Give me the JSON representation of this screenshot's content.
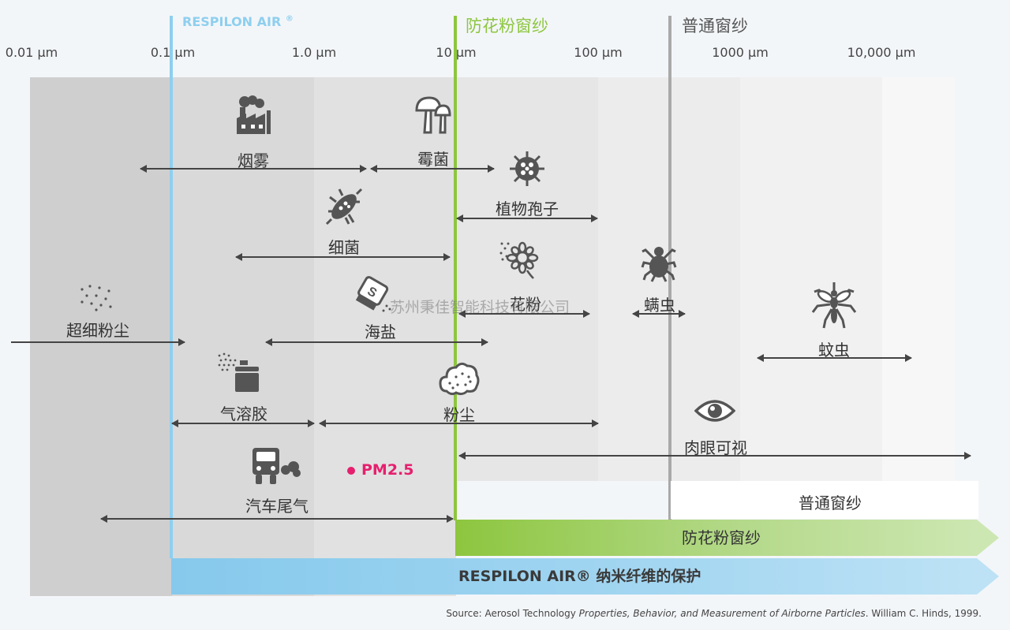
{
  "scale_ticks": [
    "0.01 µm",
    "0.1 µm",
    "1.0 µm",
    "10 µm",
    "100 µm",
    "1000 µm",
    "10,000 µm"
  ],
  "headers": {
    "respilon": "RESPILON AIR",
    "respilon_mark": "®",
    "pollen_screen": "防花粉窗纱",
    "normal_screen": "普通窗纱"
  },
  "particles": {
    "smog": "烟雾",
    "mold": "霉菌",
    "spores": "植物孢子",
    "bacteria": "细菌",
    "pollen": "花粉",
    "mites": "螨虫",
    "ultrafine": "超细粉尘",
    "seasalt": "海盐",
    "mosquito": "蚊虫",
    "aerosol": "气溶胶",
    "dust": "粉尘",
    "visible": "肉眼可视",
    "exhaust": "汽车尾气",
    "pm25": "PM2.5"
  },
  "watermark": "苏州秉佳智能科技有限公司",
  "bars": {
    "normal": "普通窗纱",
    "pollen": "防花粉窗纱",
    "respilon": "RESPILON AIR® 纳米纤维的保护"
  },
  "source": {
    "prefix": "Source: Aerosol Technology ",
    "title": "Properties, Behavior, and Measurement of Airborne Particles",
    "suffix": ". William C. Hinds, 1999."
  },
  "colors": {
    "respilon_blue": "#8ecfef",
    "pollen_green": "#8dc63f",
    "normal_gray": "#a9a9a9",
    "pm_pink": "#e6206e"
  }
}
